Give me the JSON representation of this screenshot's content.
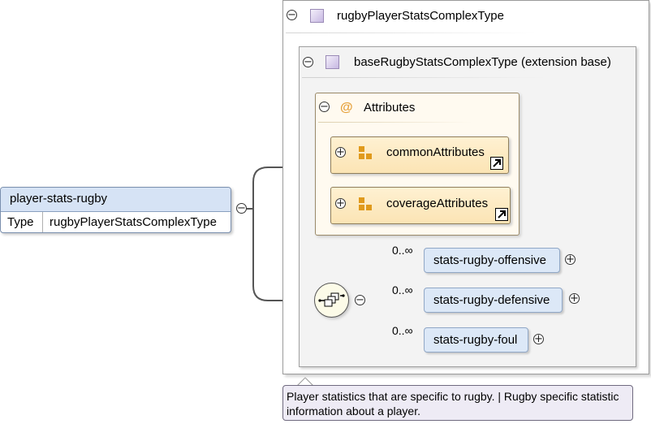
{
  "complex_type": {
    "name": "rugbyPlayerStatsComplexType",
    "base_label": "baseRugbyStatsComplexType (extension base)"
  },
  "attributes": {
    "title": "Attributes",
    "groups": [
      {
        "name": "commonAttributes"
      },
      {
        "name": "coverageAttributes"
      }
    ]
  },
  "element": {
    "name": "player-stats-rugby",
    "type_label": "Type",
    "type_value": "rugbyPlayerStatsComplexType"
  },
  "children": [
    {
      "name": "stats-rugby-offensive",
      "cardinality": "0..∞"
    },
    {
      "name": "stats-rugby-defensive",
      "cardinality": "0..∞"
    },
    {
      "name": "stats-rugby-foul",
      "cardinality": "0..∞"
    }
  ],
  "annotation": "Player statistics that are specific to rugby. | Rugby specific statistic information about a player.",
  "symbols": {
    "collapse": "−",
    "expand": "+",
    "attribute": "@"
  },
  "icons": {
    "type": "complex-type-icon",
    "group": "attribute-group-icon",
    "sequence": "sequence-icon",
    "link": "link-arrow-icon"
  }
}
